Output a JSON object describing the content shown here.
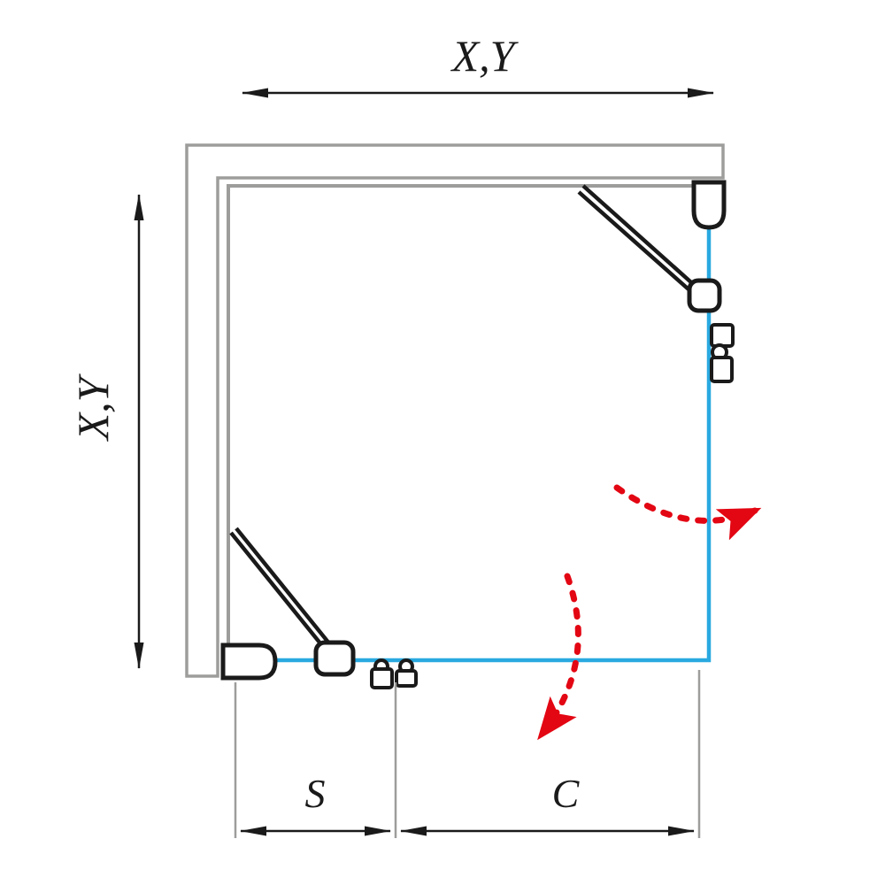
{
  "diagram": {
    "name": "shower-enclosure-plan-view",
    "labels": {
      "top_dimension": "X,Y",
      "left_dimension": "X,Y",
      "segment_s": "S",
      "segment_c": "C"
    },
    "icons": {
      "swing_arrow_right": "red-dashed-door-swing-arrow",
      "swing_arrow_down": "red-dashed-door-swing-arrow"
    }
  },
  "colors": {
    "wall-gray": "#9D9D9C",
    "glass-blue": "#2AA9E0",
    "hardware-black": "#1A1A1A",
    "arrow-red": "#E30613",
    "dimension-black": "#1A1A1A",
    "background": "#FFFFFF"
  }
}
